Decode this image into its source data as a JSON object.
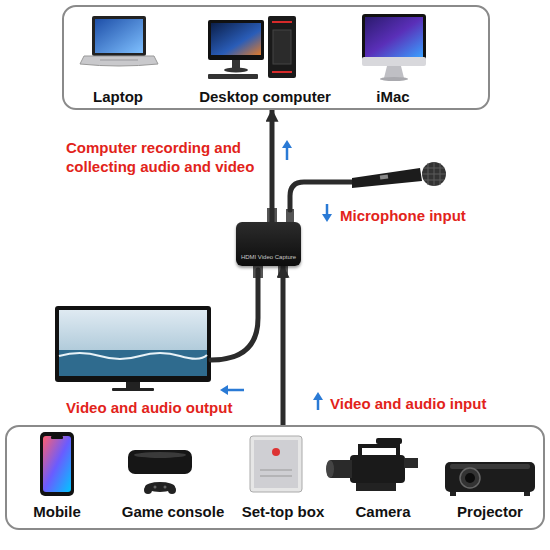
{
  "diagram": {
    "nodes": [
      {
        "text": [
          "Laptop",
          "Desktop computer",
          "iMac"
        ]
      },
      {
        "text": [
          "HDMI Video Capture"
        ]
      },
      {
        "text": [
          "Mobile",
          "Game console",
          "Set-top box",
          "Camera",
          "Projector"
        ]
      }
    ],
    "edges": [
      {
        "from": 1,
        "to": 0,
        "arrow": "to",
        "label": "Computer recording and collecting audio and video"
      },
      {
        "from": 2,
        "to": 1,
        "arrow": "to",
        "label": "Video and audio input"
      }
    ],
    "labels": [
      "Microphone input",
      "Video and audio output"
    ]
  }
}
